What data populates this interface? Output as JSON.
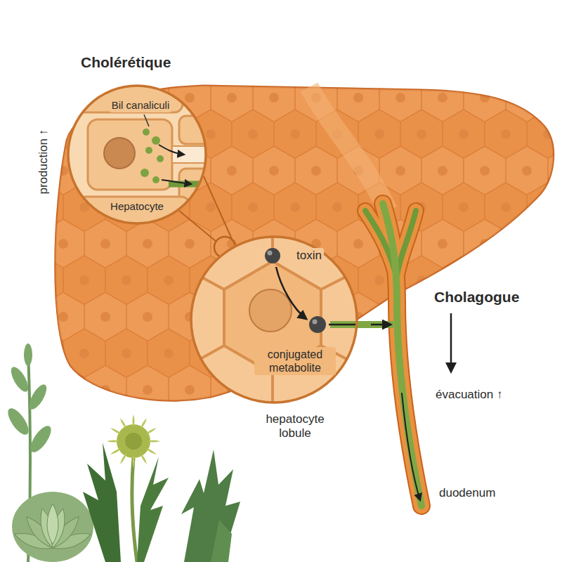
{
  "diagram": {
    "nodes": [
      {
        "text": [
          "Bil canaliculi",
          "Hepatocyte"
        ]
      },
      {
        "text": [
          "toxin",
          "conjugated metabolite"
        ]
      }
    ],
    "labels": [
      "Cholérétique",
      "production ↑",
      "Cholagogue",
      "évacuation ↑",
      "hepatocyte lobule",
      "duodenum"
    ]
  }
}
